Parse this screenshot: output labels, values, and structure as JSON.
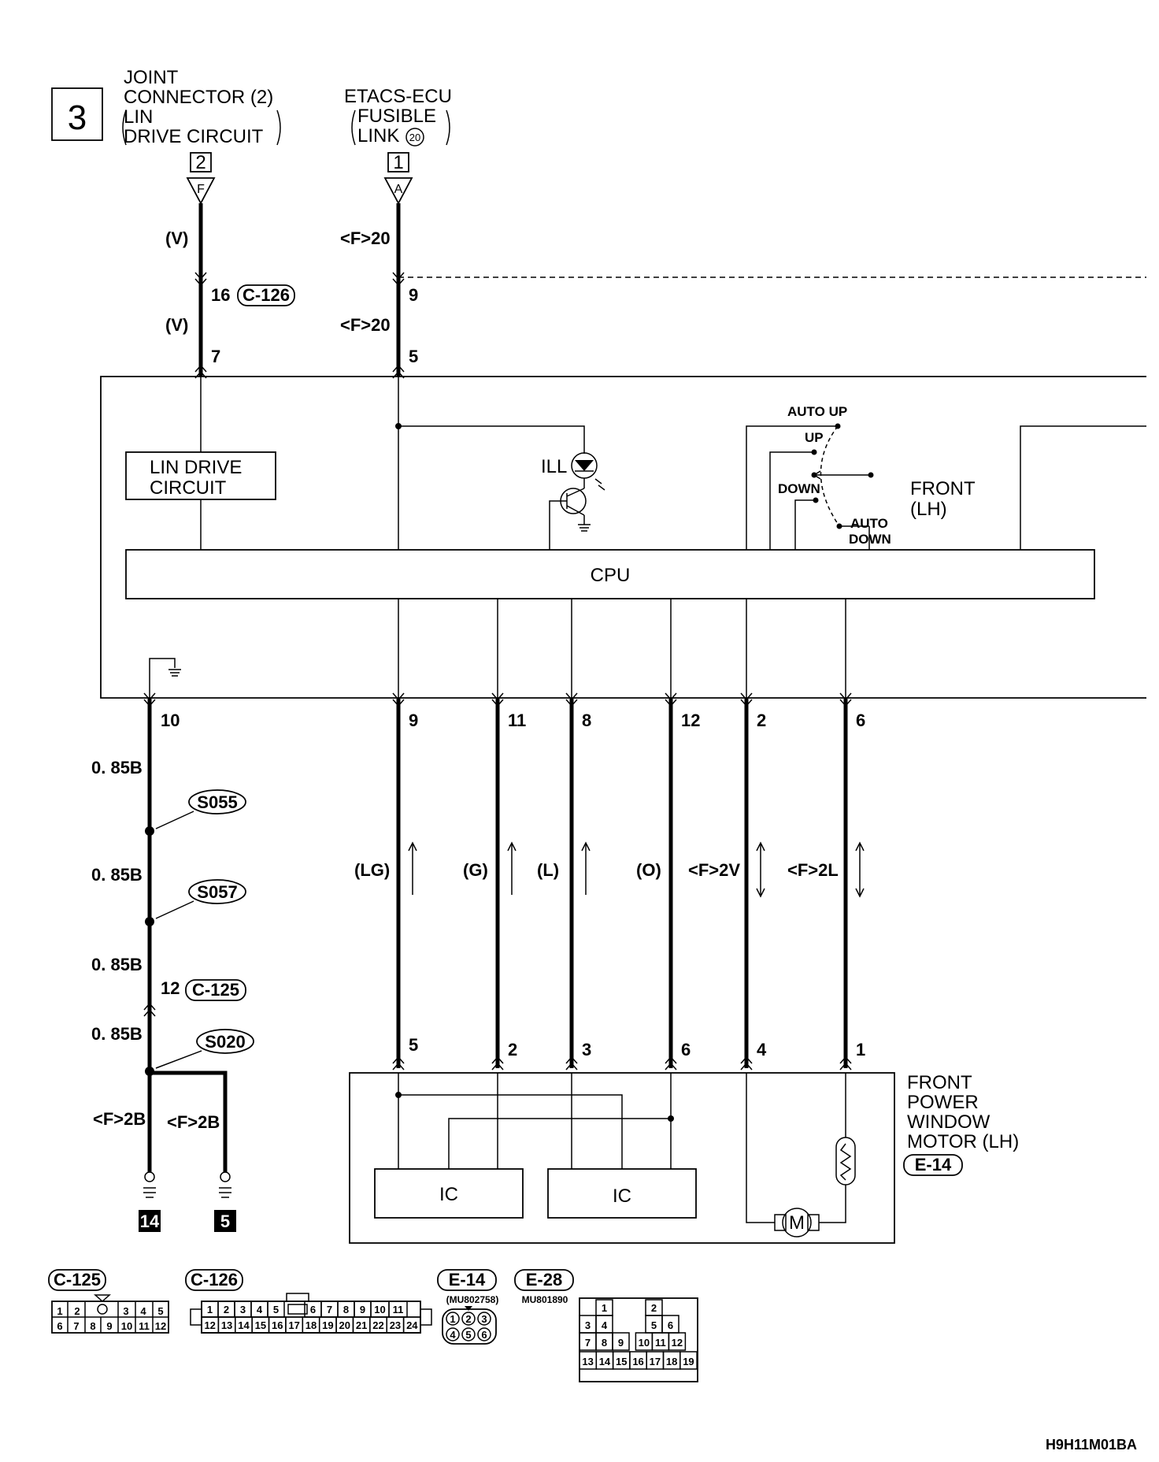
{
  "page_number": "3",
  "top_sources": {
    "joint_connector": {
      "lines": [
        "JOINT",
        "CONNECTOR (2)",
        "LIN",
        "DRIVE CIRCUIT"
      ],
      "pin": "2",
      "terminal": "F"
    },
    "etacs": {
      "lines": [
        "ETACS-ECU",
        "FUSIBLE",
        "LINK"
      ],
      "fuse_number": "20",
      "pin": "1",
      "terminal": "A"
    }
  },
  "upper_wires": {
    "left_color_1": "(V)",
    "left_color_2": "(V)",
    "left_pin_mid": "16",
    "left_connector": "C-126",
    "left_pin_bottom": "7",
    "right_color_1": "<F>20",
    "right_color_2": "<F>20",
    "right_pin_mid": "9",
    "right_pin_bottom": "5"
  },
  "ecu": {
    "lin_box": [
      "LIN DRIVE",
      "CIRCUIT"
    ],
    "cpu": "CPU",
    "ill": "ILL",
    "switch": {
      "auto_up": "AUTO UP",
      "up": "UP",
      "down": "DOWN",
      "auto_down_1": "AUTO",
      "auto_down_2": "DOWN",
      "label_1": "FRONT",
      "label_2": "(LH)"
    }
  },
  "ecu_pins": [
    "10",
    "9",
    "11",
    "8",
    "12",
    "2",
    "6"
  ],
  "ground_wire": {
    "colors": [
      "0. 85B",
      "0. 85B",
      "0. 85B",
      "0. 85B"
    ],
    "splices": [
      "S055",
      "S057",
      "S020"
    ],
    "pin": "12",
    "connector": "C-125",
    "branch_colors": [
      "<F>2B",
      "<F>2B"
    ],
    "grounds": [
      "14",
      "5"
    ]
  },
  "signal_wires": [
    {
      "color": "(LG)",
      "arrow": "up"
    },
    {
      "color": "(G)",
      "arrow": "up"
    },
    {
      "color": "(L)",
      "arrow": "up"
    },
    {
      "color": "(O)",
      "arrow": "none"
    },
    {
      "color": "<F>2V",
      "arrow": "both"
    },
    {
      "color": "<F>2L",
      "arrow": "both"
    }
  ],
  "motor_pins": [
    "5",
    "2",
    "3",
    "6",
    "4",
    "1"
  ],
  "motor": {
    "lines": [
      "FRONT",
      "POWER",
      "WINDOW",
      "MOTOR (LH)"
    ],
    "connector": "E-14",
    "ic": [
      "IC",
      "IC"
    ],
    "motor_symbol": "M"
  },
  "connectors": {
    "c125": {
      "title": "C-125",
      "row1": [
        "1",
        "2",
        "",
        "3",
        "4",
        "5"
      ],
      "row2": [
        "6",
        "7",
        "8",
        "9",
        "10",
        "11",
        "12"
      ]
    },
    "c126": {
      "title": "C-126",
      "row1": [
        "1",
        "2",
        "3",
        "4",
        "5",
        "",
        "6",
        "7",
        "8",
        "9",
        "10",
        "11"
      ],
      "row2": [
        "12",
        "13",
        "14",
        "15",
        "16",
        "17",
        "18",
        "19",
        "20",
        "21",
        "22",
        "23",
        "24"
      ]
    },
    "e14": {
      "title": "E-14",
      "part": "(MU802758)",
      "row1": [
        "1",
        "2",
        "3"
      ],
      "row2": [
        "4",
        "5",
        "6"
      ]
    },
    "e28": {
      "title": "E-28",
      "part": "MU801890",
      "row_a": [
        "1",
        "2"
      ],
      "row_b": [
        "3",
        "4",
        "5",
        "6"
      ],
      "row_c": [
        "7",
        "8",
        "9",
        "10",
        "11",
        "12"
      ],
      "row_d": [
        "13",
        "14",
        "15",
        "16",
        "17",
        "18",
        "19"
      ]
    }
  },
  "diagram_code": "H9H11M01BA"
}
